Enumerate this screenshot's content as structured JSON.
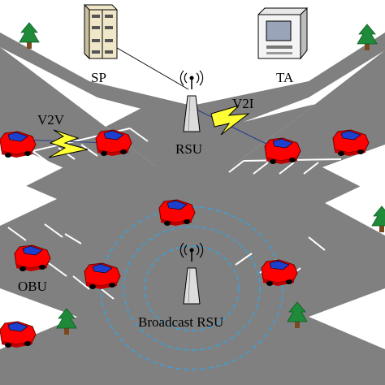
{
  "labels": {
    "sp": "SP",
    "ta": "TA",
    "v2v": "V2V",
    "v2i": "V2I",
    "rsu": "RSU",
    "obu": "OBU",
    "broadcast_rsu": "Broadcast RSU"
  },
  "colors": {
    "road": "#808080",
    "car_body": "#ff0000",
    "car_window": "#1c3fd0",
    "lightning": "#ffff33",
    "broadcast_ring": "#3aa0d8",
    "tree": "#1e8a3a"
  },
  "icons": [
    "server-icon",
    "computer-icon",
    "tree-icon",
    "car-icon",
    "antenna-icon",
    "lightning-icon"
  ]
}
